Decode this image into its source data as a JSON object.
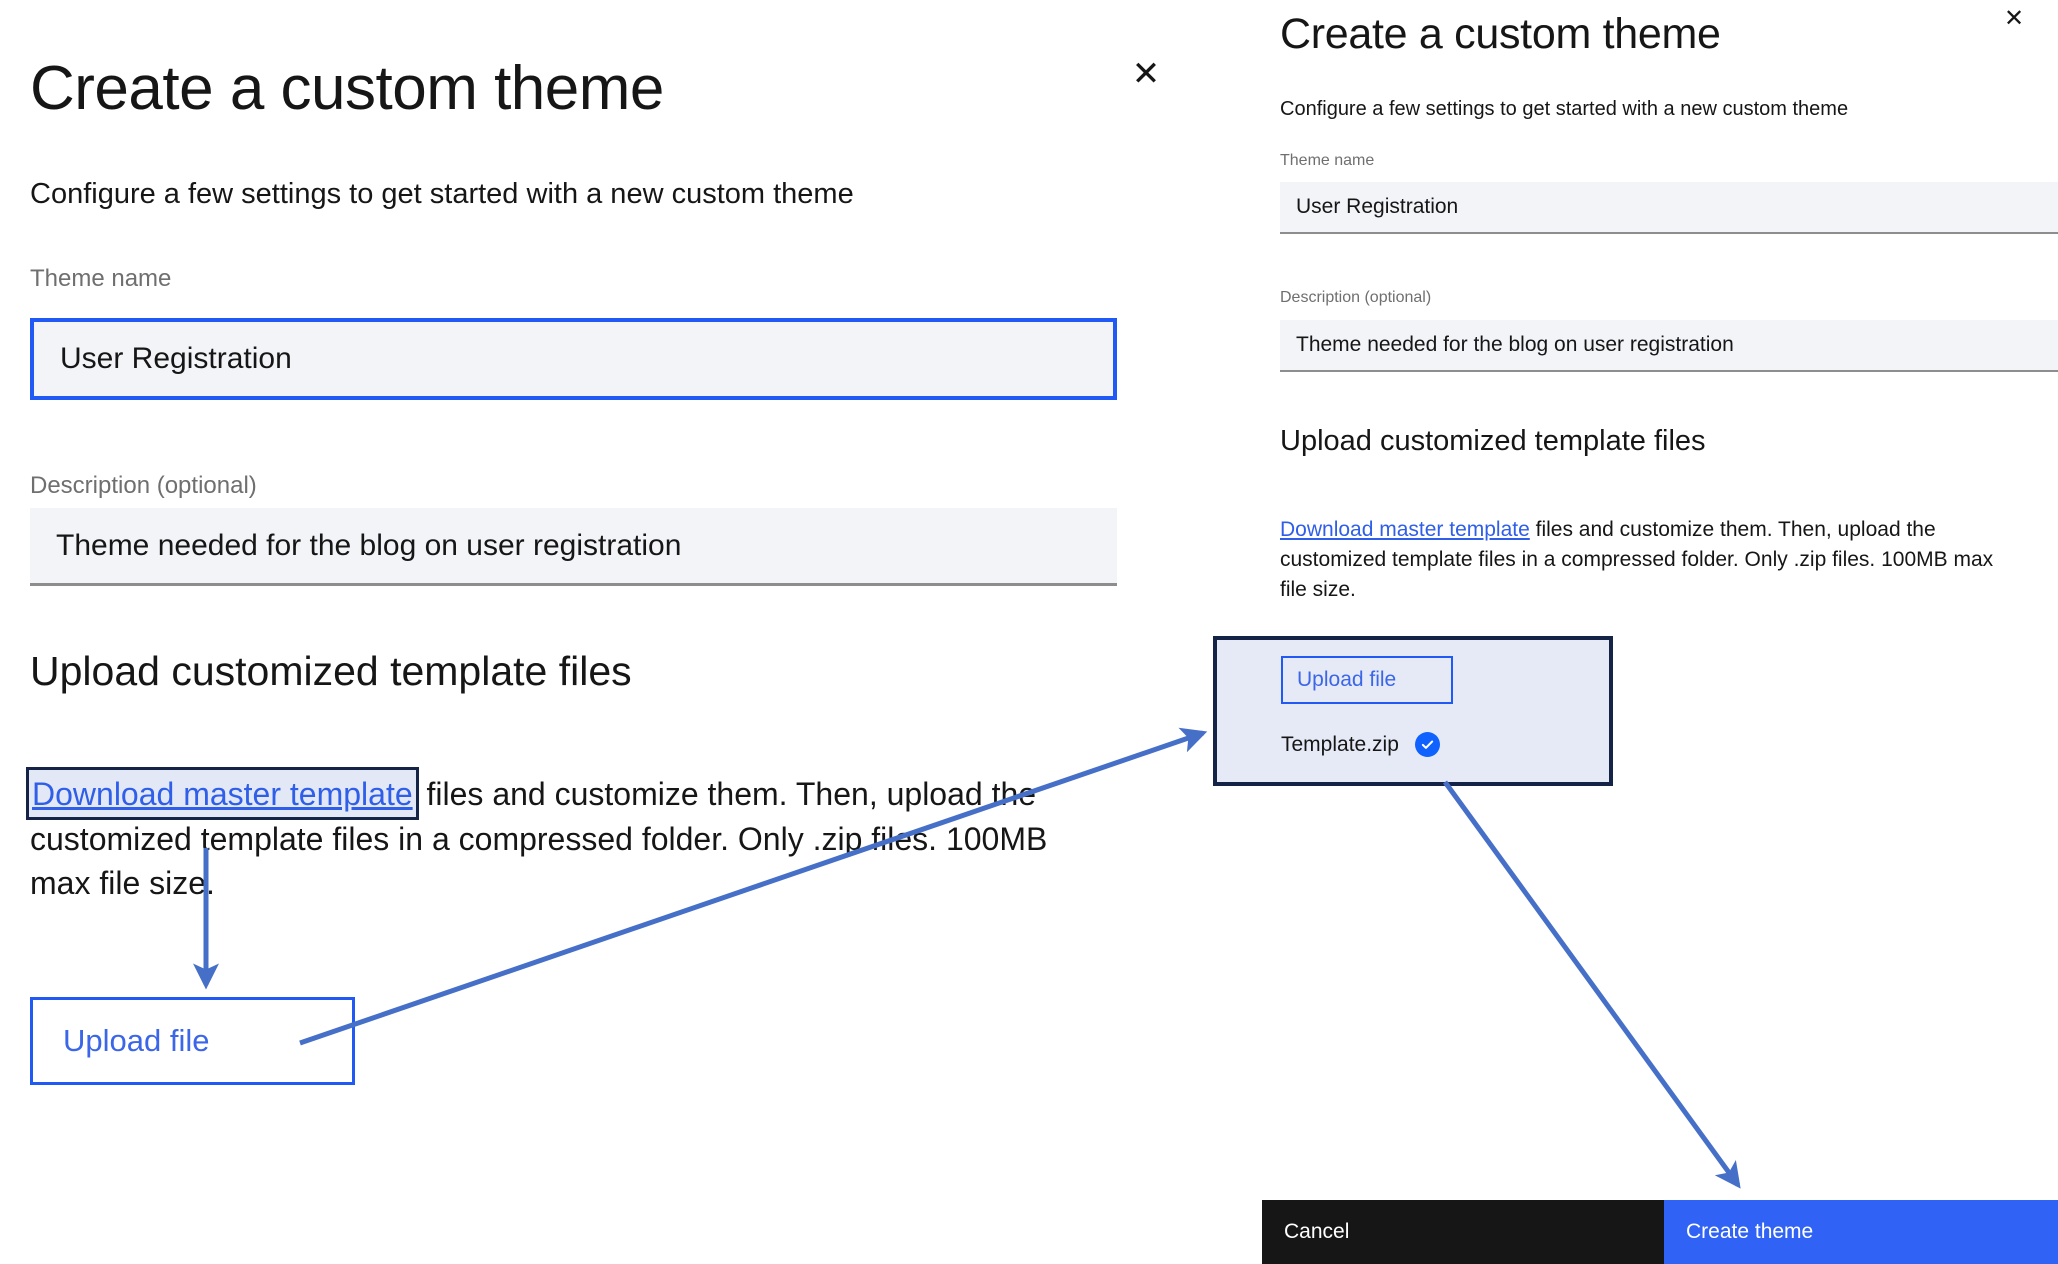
{
  "dialog": {
    "title": "Create a custom theme",
    "subtitle": "Configure a few settings to get started with a new custom theme",
    "close_label": "✕",
    "fields": {
      "theme_name": {
        "label": "Theme name",
        "value": "User Registration",
        "placeholder": "Theme name"
      },
      "description": {
        "label": "Description (optional)",
        "value": "Theme needed for the blog on user registration",
        "placeholder": "Description (optional)"
      }
    },
    "upload_section": {
      "heading": "Upload customized template files",
      "link_text": "Download master template",
      "helper_text": " files and customize them. Then, upload the customized template files in a compressed folder. Only .zip files. 100MB max file size.",
      "upload_button_label": "Upload file",
      "uploaded_file": {
        "name": "Template.zip",
        "status": "complete",
        "status_icon": "checkmark-filled-icon"
      }
    },
    "footer": {
      "cancel_label": "Cancel",
      "create_label": "Create theme"
    }
  },
  "annotations": {
    "arrow_color": "#4670c8",
    "highlight_fill": "#e6eaf6",
    "highlight_border": "#152346",
    "arrows": [
      {
        "name": "download-link-to-upload-button",
        "from": "Download master template",
        "to": "Upload file"
      },
      {
        "name": "upload-button-to-upload-region",
        "from": "Upload file",
        "to": "upload region highlight"
      },
      {
        "name": "upload-region-to-create-theme",
        "from": "Template.zip",
        "to": "Create theme"
      }
    ]
  },
  "colors": {
    "accent_blue": "#2159f5",
    "link_blue": "#2f5ee8",
    "primary_button": "#2f62f5",
    "cancel_button": "#161616",
    "field_bg": "#f2f4f8",
    "field_underline": "#8d8d8d",
    "text_primary": "#161616",
    "text_secondary": "#6f6f6f",
    "checkmark_blue": "#0f62fe"
  }
}
